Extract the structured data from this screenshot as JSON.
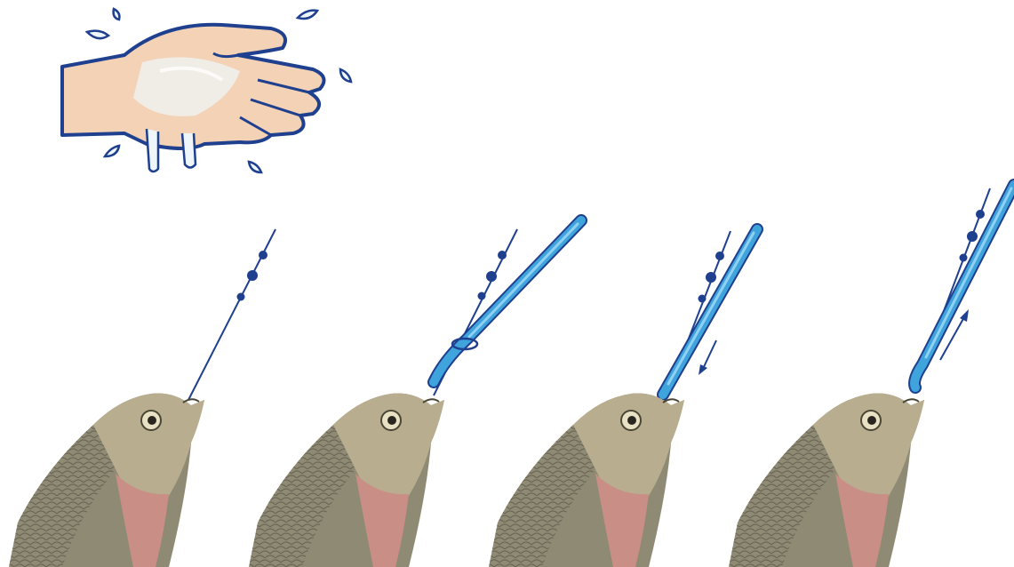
{
  "colors": {
    "background": "#ffffff",
    "outline_blue": "#1f3f8f",
    "tool_blue": "#3fa3dc",
    "tool_blue_light": "#8fd0f3",
    "skin": "#f3d2b5",
    "skin_shadow": "#e9b996",
    "water": "#eef6fb",
    "fish_body": "#8f8a73",
    "fish_head": "#b8ae8f",
    "fish_belly": "#c98f86"
  },
  "icons": [
    "wet-hand-icon",
    "fish-with-hook-icon",
    "disgorger-tool-icon",
    "fishing-line-icon",
    "direction-arrow-icon"
  ],
  "steps": [
    {
      "id": 1,
      "shows_tool": false,
      "tool_motion": "none"
    },
    {
      "id": 2,
      "shows_tool": true,
      "tool_motion": "hooked-on-line"
    },
    {
      "id": 3,
      "shows_tool": true,
      "tool_motion": "down"
    },
    {
      "id": 4,
      "shows_tool": true,
      "tool_motion": "up"
    }
  ]
}
